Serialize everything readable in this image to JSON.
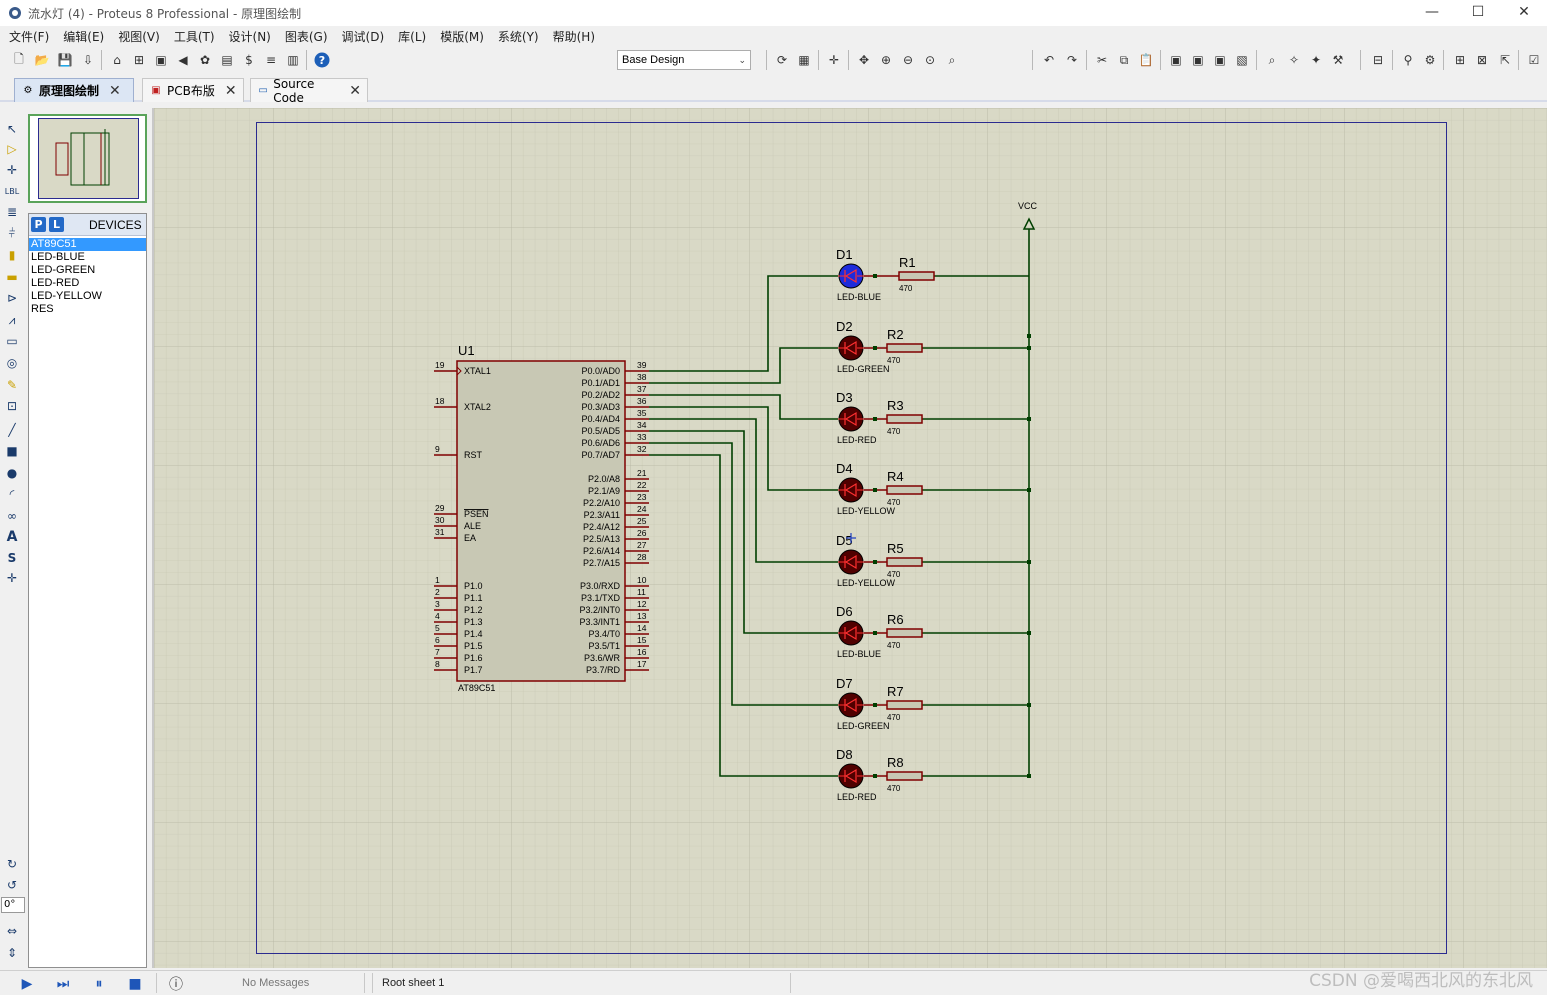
{
  "window": {
    "title": "流水灯 (4) - Proteus 8 Professional - 原理图绘制",
    "minimize": "—",
    "maximize": "☐",
    "close": "✕"
  },
  "menu": [
    "文件(F)",
    "编辑(E)",
    "视图(V)",
    "工具(T)",
    "设计(N)",
    "图表(G)",
    "调试(D)",
    "库(L)",
    "模版(M)",
    "系统(Y)",
    "帮助(H)"
  ],
  "toolbar": {
    "design_select": "Base Design",
    "design_arrow": "⌄"
  },
  "tabs": [
    {
      "label": "原理图绘制",
      "icon": "schematic-icon",
      "active": true
    },
    {
      "label": "PCB布版",
      "icon": "pcb-icon",
      "active": false
    },
    {
      "label": "Source Code",
      "icon": "source-code-icon",
      "active": false
    }
  ],
  "tab_close": "✕",
  "left_panel": {
    "p_button": "P",
    "l_button": "L",
    "header": "DEVICES",
    "devices": [
      "AT89C51",
      "LED-BLUE",
      "LED-GREEN",
      "LED-RED",
      "LED-YELLOW",
      "RES"
    ],
    "selected_device": "AT89C51",
    "rotation": "0°"
  },
  "schematic": {
    "chip": {
      "ref": "U1",
      "part": "AT89C51",
      "left_pins": [
        {
          "num": "19",
          "name": "XTAL1"
        },
        {
          "num": "18",
          "name": "XTAL2"
        },
        {
          "num": "9",
          "name": "RST"
        },
        {
          "num": "29",
          "name": "PSEN"
        },
        {
          "num": "30",
          "name": "ALE"
        },
        {
          "num": "31",
          "name": "EA"
        },
        {
          "num": "1",
          "name": "P1.0"
        },
        {
          "num": "2",
          "name": "P1.1"
        },
        {
          "num": "3",
          "name": "P1.2"
        },
        {
          "num": "4",
          "name": "P1.3"
        },
        {
          "num": "5",
          "name": "P1.4"
        },
        {
          "num": "6",
          "name": "P1.5"
        },
        {
          "num": "7",
          "name": "P1.6"
        },
        {
          "num": "8",
          "name": "P1.7"
        }
      ],
      "right_pins": [
        {
          "num": "39",
          "name": "P0.0/AD0"
        },
        {
          "num": "38",
          "name": "P0.1/AD1"
        },
        {
          "num": "37",
          "name": "P0.2/AD2"
        },
        {
          "num": "36",
          "name": "P0.3/AD3"
        },
        {
          "num": "35",
          "name": "P0.4/AD4"
        },
        {
          "num": "34",
          "name": "P0.5/AD5"
        },
        {
          "num": "33",
          "name": "P0.6/AD6"
        },
        {
          "num": "32",
          "name": "P0.7/AD7"
        },
        {
          "num": "21",
          "name": "P2.0/A8"
        },
        {
          "num": "22",
          "name": "P2.1/A9"
        },
        {
          "num": "23",
          "name": "P2.2/A10"
        },
        {
          "num": "24",
          "name": "P2.3/A11"
        },
        {
          "num": "25",
          "name": "P2.4/A12"
        },
        {
          "num": "26",
          "name": "P2.5/A13"
        },
        {
          "num": "27",
          "name": "P2.6/A14"
        },
        {
          "num": "28",
          "name": "P2.7/A15"
        },
        {
          "num": "10",
          "name": "P3.0/RXD"
        },
        {
          "num": "11",
          "name": "P3.1/TXD"
        },
        {
          "num": "12",
          "name": "P3.2/INT0"
        },
        {
          "num": "13",
          "name": "P3.3/INT1"
        },
        {
          "num": "14",
          "name": "P3.4/T0"
        },
        {
          "num": "15",
          "name": "P3.5/T1"
        },
        {
          "num": "16",
          "name": "P3.6/WR"
        },
        {
          "num": "17",
          "name": "P3.7/RD"
        }
      ]
    },
    "power_label": "VCC",
    "leds": [
      {
        "ref": "D1",
        "type": "LED-BLUE",
        "res_ref": "R1",
        "res_val": "470",
        "lit": true
      },
      {
        "ref": "D2",
        "type": "LED-GREEN",
        "res_ref": "R2",
        "res_val": "470",
        "lit": false
      },
      {
        "ref": "D3",
        "type": "LED-RED",
        "res_ref": "R3",
        "res_val": "470",
        "lit": false
      },
      {
        "ref": "D4",
        "type": "LED-YELLOW",
        "res_ref": "R4",
        "res_val": "470",
        "lit": false
      },
      {
        "ref": "D5",
        "type": "LED-YELLOW",
        "res_ref": "R5",
        "res_val": "470",
        "lit": false
      },
      {
        "ref": "D6",
        "type": "LED-BLUE",
        "res_ref": "R6",
        "res_val": "470",
        "lit": false
      },
      {
        "ref": "D7",
        "type": "LED-GREEN",
        "res_ref": "R7",
        "res_val": "470",
        "lit": false
      },
      {
        "ref": "D8",
        "type": "LED-RED",
        "res_ref": "R8",
        "res_val": "470",
        "lit": false
      }
    ],
    "colors": {
      "grid_bg": "#d9d9c6",
      "grid_line": "#c2c2ae",
      "wire": "#003f00",
      "component": "#800000",
      "chip_fill": "#c8c8b4",
      "border": "#2b2b8f",
      "led_lit": "#1e2bdb",
      "led_off": "#500000"
    }
  },
  "status": {
    "messages": "No Messages",
    "sheet": "Root sheet 1",
    "watermark": "CSDN @爱喝西北风的东北风"
  }
}
